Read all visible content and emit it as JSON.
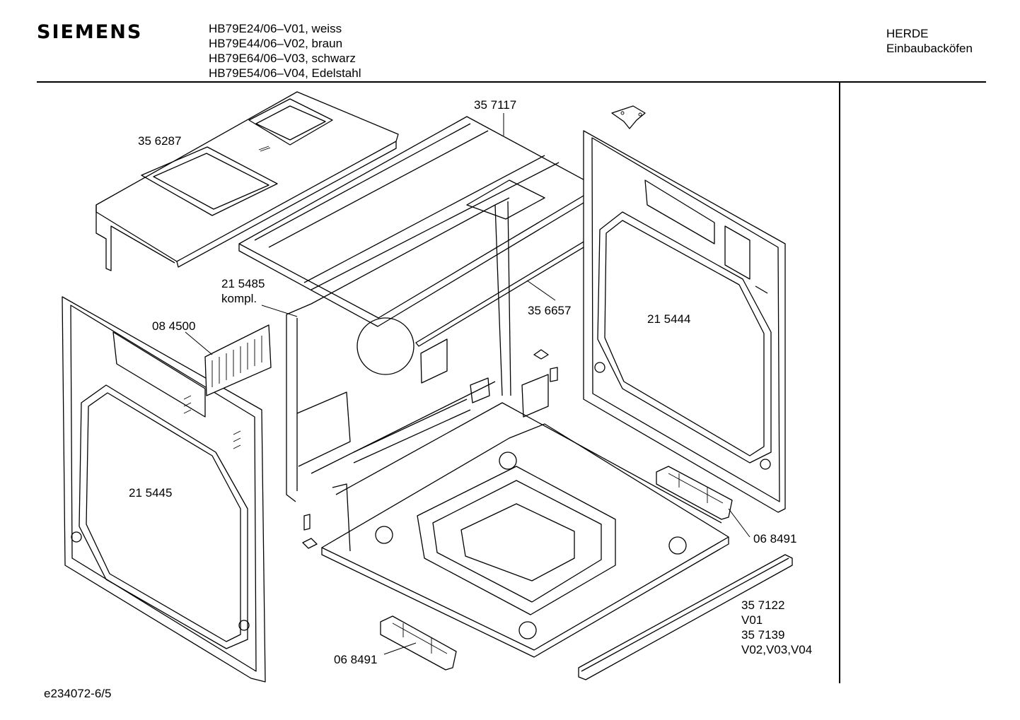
{
  "header": {
    "brand": "SIEMENS",
    "models": [
      "HB79E24/06–V01, weiss",
      "HB79E44/06–V02, braun",
      "HB79E64/06–V03, schwarz",
      "HB79E54/06–V04, Edelstahl"
    ],
    "category": [
      "HERDE",
      "Einbaubacköfen"
    ]
  },
  "parts": {
    "p356287": "35 6287",
    "p357117": "35  7117",
    "p215485_a": "21 5485",
    "p215485_b": "kompl.",
    "p084500": "08 4500",
    "p356657": "35 6657",
    "p215444": "21 5444",
    "p215445": "21 5445",
    "p068491_right": "06 8491",
    "p068491_left": "06 8491",
    "p357122_a": "35 7122",
    "p357122_b": "V01",
    "p357139_a": "35 7139",
    "p357139_b": "V02,V03,V04"
  },
  "footer": {
    "doc_id": "e234072-6/5"
  }
}
